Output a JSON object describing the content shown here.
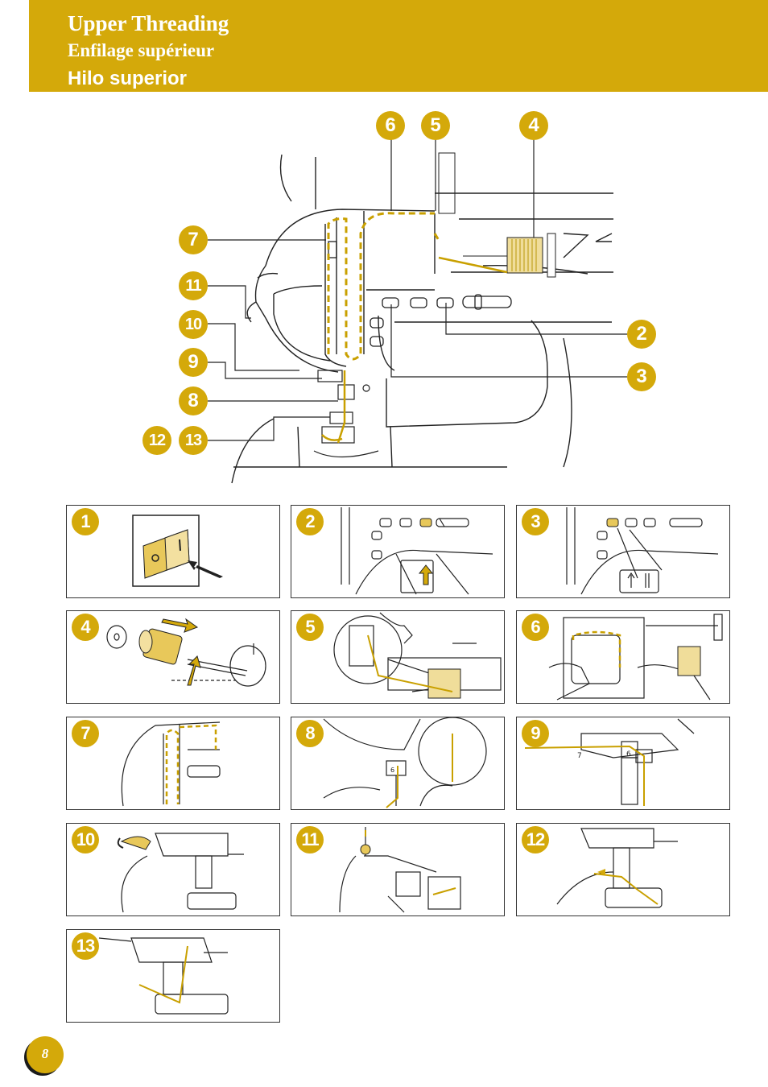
{
  "header": {
    "title_en": "Upper Threading",
    "title_fr": "Enfilage supérieur",
    "title_es": "Hilo superior"
  },
  "diagram_callouts": {
    "c6": "6",
    "c5": "5",
    "c4": "4",
    "c7": "7",
    "c11": "11",
    "c10": "10",
    "c2": "2",
    "c9": "9",
    "c3": "3",
    "c8": "8",
    "c12": "12",
    "c13": "13"
  },
  "steps": [
    {
      "num": "1"
    },
    {
      "num": "2"
    },
    {
      "num": "3"
    },
    {
      "num": "4"
    },
    {
      "num": "5"
    },
    {
      "num": "6"
    },
    {
      "num": "7"
    },
    {
      "num": "8"
    },
    {
      "num": "9"
    },
    {
      "num": "10"
    },
    {
      "num": "11"
    },
    {
      "num": "12"
    },
    {
      "num": "13"
    }
  ],
  "machine_marks": {
    "guide_6": "6",
    "guide_7": "7"
  },
  "page": {
    "number": "8"
  },
  "colors": {
    "accent": "#d4a90a",
    "thread": "#c9a000",
    "line": "#222222"
  }
}
